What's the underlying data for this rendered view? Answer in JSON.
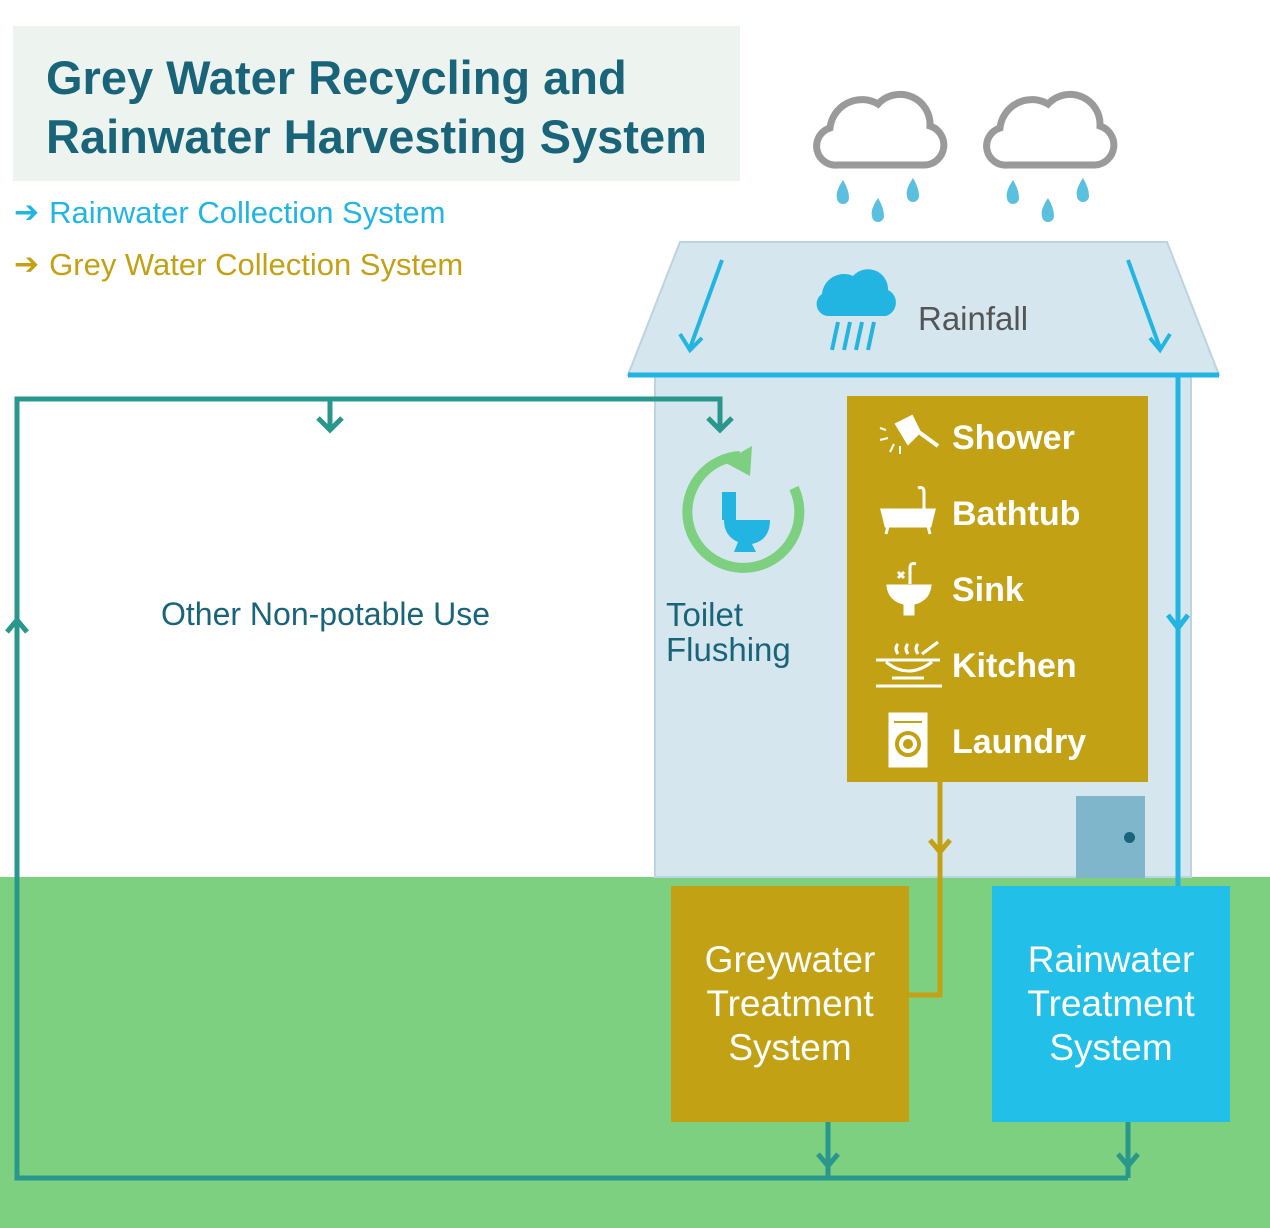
{
  "title": {
    "line1": "Grey Water Recycling and",
    "line2": "Rainwater Harvesting System"
  },
  "legend": {
    "rainwater": {
      "arrow": "➔",
      "label": "Rainwater Collection System",
      "color": "#22b5e2"
    },
    "greywater": {
      "arrow": "➔",
      "label": "Grey Water Collection System",
      "color": "#c3a115"
    }
  },
  "house": {
    "rainfall_label": "Rainfall",
    "fixtures": [
      {
        "label": "Shower",
        "icon": "shower-icon"
      },
      {
        "label": "Bathtub",
        "icon": "bathtub-icon"
      },
      {
        "label": "Sink",
        "icon": "sink-icon"
      },
      {
        "label": "Kitchen",
        "icon": "kitchen-icon"
      },
      {
        "label": "Laundry",
        "icon": "washing-machine-icon"
      }
    ],
    "toilet_label": "Toilet\nFlushing"
  },
  "other_use_label": "Other Non-potable Use",
  "treatment": {
    "greywater": "Greywater\nTreatment\nSystem",
    "rainwater": "Rainwater\nTreatment\nSystem"
  },
  "colors": {
    "rain_flow": "#22b5e2",
    "grey_flow": "#c3a115",
    "reuse_flow": "#2a978c",
    "title": "#1a6479",
    "ground": "#7dd07f",
    "house": "#d5e6ef"
  }
}
